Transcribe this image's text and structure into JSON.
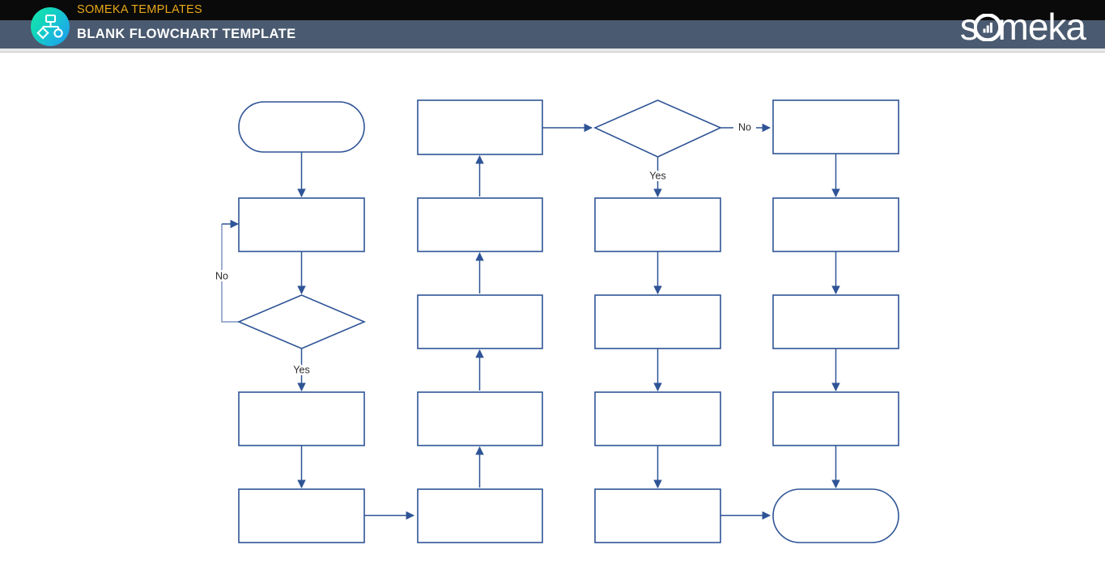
{
  "header": {
    "eyebrow": "SOMEKA TEMPLATES",
    "title": "BLANK FLOWCHART TEMPLATE",
    "brand_wordmark": "someka",
    "logo_icon": "flowchart-logo-icon",
    "colors": {
      "top_strip": "#0a0a0a",
      "band": "#4a5a70",
      "eyebrow_text": "#e8a818",
      "title_text": "#ffffff",
      "logo_gradient_start": "#17e6a8",
      "logo_gradient_end": "#1b9ae8",
      "rule": "#e8e8e8"
    }
  },
  "flowchart": {
    "stroke_color": "#2f5496",
    "soft_stroke_color": "#7f95c0",
    "fill_color": "#ffffff",
    "nodes": [
      {
        "id": "c1r1",
        "type": "terminator",
        "label": "",
        "col": 1,
        "row": 1
      },
      {
        "id": "c1r2",
        "type": "process",
        "label": "",
        "col": 1,
        "row": 2
      },
      {
        "id": "c1r3",
        "type": "decision",
        "label": "",
        "col": 1,
        "row": 3
      },
      {
        "id": "c1r4",
        "type": "process",
        "label": "",
        "col": 1,
        "row": 4
      },
      {
        "id": "c1r5",
        "type": "process",
        "label": "",
        "col": 1,
        "row": 5
      },
      {
        "id": "c2r1",
        "type": "process",
        "label": "",
        "col": 2,
        "row": 1
      },
      {
        "id": "c2r2",
        "type": "process",
        "label": "",
        "col": 2,
        "row": 2
      },
      {
        "id": "c2r3",
        "type": "process",
        "label": "",
        "col": 2,
        "row": 3
      },
      {
        "id": "c2r4",
        "type": "process",
        "label": "",
        "col": 2,
        "row": 4
      },
      {
        "id": "c2r5",
        "type": "process",
        "label": "",
        "col": 2,
        "row": 5
      },
      {
        "id": "c3r1",
        "type": "decision",
        "label": "",
        "col": 3,
        "row": 1
      },
      {
        "id": "c3r2",
        "type": "process",
        "label": "",
        "col": 3,
        "row": 2
      },
      {
        "id": "c3r3",
        "type": "process",
        "label": "",
        "col": 3,
        "row": 3
      },
      {
        "id": "c3r4",
        "type": "process",
        "label": "",
        "col": 3,
        "row": 4
      },
      {
        "id": "c3r5",
        "type": "process",
        "label": "",
        "col": 3,
        "row": 5
      },
      {
        "id": "c4r1",
        "type": "process",
        "label": "",
        "col": 4,
        "row": 1
      },
      {
        "id": "c4r2",
        "type": "process",
        "label": "",
        "col": 4,
        "row": 2
      },
      {
        "id": "c4r3",
        "type": "process",
        "label": "",
        "col": 4,
        "row": 3
      },
      {
        "id": "c4r4",
        "type": "process",
        "label": "",
        "col": 4,
        "row": 4
      },
      {
        "id": "c4r5",
        "type": "terminator",
        "label": "",
        "col": 4,
        "row": 5
      }
    ],
    "edge_labels": {
      "col1_loop_no": "No",
      "col1_decision_yes": "Yes",
      "col3_decision_yes": "Yes",
      "col3_decision_no": "No"
    }
  }
}
